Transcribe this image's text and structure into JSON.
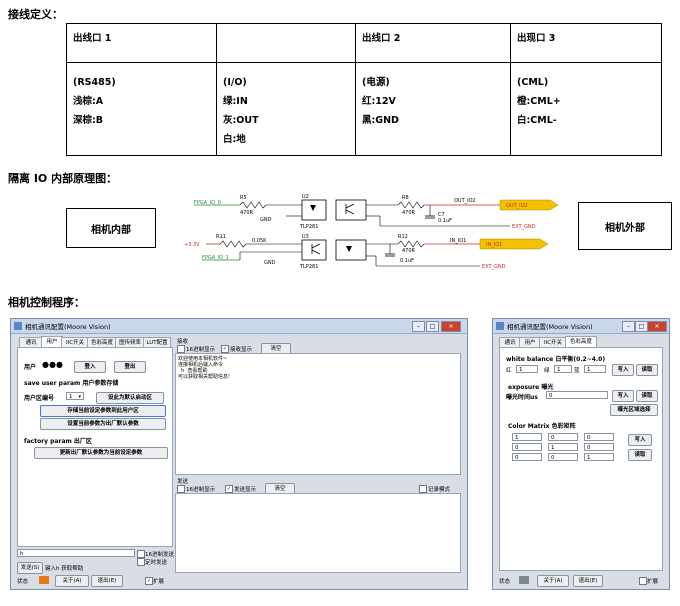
{
  "sections": {
    "wiring_title": "接线定义：",
    "io_title": "隔离 IO 内部原理图：",
    "software_title": "相机控制程序："
  },
  "pin_table": {
    "headers": [
      "出线口 1",
      "",
      "出线口 2",
      "出现口 3"
    ],
    "col1": [
      "(RS485)",
      "浅棕:A",
      "深棕:B"
    ],
    "col2": [
      "(I/O)",
      "绿:IN",
      "灰:OUT",
      "白:地"
    ],
    "col3": [
      "(电源)",
      "红:12V",
      "黑:GND"
    ],
    "col4": [
      "(CML)",
      "橙:CML+",
      "白:CML-"
    ]
  },
  "schematic": {
    "inside_label": "相机内部",
    "outside_label": "相机外部",
    "nets": {
      "fpga_in": "FPGA_IO_0",
      "fpga_out": "FPGA_IO_1",
      "v33": "+3.3V",
      "gnd": "GND",
      "out_io2": "OUT_IO2",
      "in_io1": "IN_IO1",
      "ext_gnd": "EXT_GND",
      "u2": "U2",
      "u3": "U3",
      "part": "TLP281",
      "r5": "R5",
      "r8": "R8",
      "r11": "R11",
      "r12": "R12",
      "r470": "470R",
      "r05k": "0.05K",
      "c7": "C7",
      "c_val": "0.1uF"
    }
  },
  "win1": {
    "title": "相机通讯配置(Moore Vision)",
    "tabs": [
      "通讯",
      "用户",
      "IIC开关",
      "色彩高度",
      "图传频率",
      "LUT配置"
    ],
    "user_label": "用户",
    "password_mask": "●●●",
    "login": "登入",
    "logout": "登出",
    "save_heading": "save user param 用户参数存储",
    "user_area_label": "用户区编号",
    "user_area_value": "1",
    "set_default": "设此为默认启动区",
    "store_btn": "存储当前设定参数到此用户区",
    "factory_set_btn": "设置当前参数为出厂默认参数",
    "factory_heading": "factory param 出厂区",
    "update_btn": "更新出厂默认参数为当前设定参数",
    "recv_label": "接收",
    "hex_display": "16进制显示",
    "recv_display": "接收显示",
    "clear": "清空",
    "recv_text": "欢迎使用本相机软件~\n连接相机后输入命令\n  h  查看帮助\n可以获取相关帮助信息!",
    "send_label": "发送",
    "send_display": "发送显示",
    "log_mode": "记录模式",
    "cmd_value": "h",
    "hex_send": "16进制发送",
    "timed_send": "定时发送",
    "send_btn": "发送(S)",
    "enter_help": "键入h 获取帮助",
    "status": "状态",
    "about": "关于(A)",
    "exit": "退出(E)",
    "expand": "扩展"
  },
  "win2": {
    "title": "相机通讯配置(Moore Vision)",
    "tabs": [
      "通讯",
      "用户",
      "IIC开关",
      "色彩高度"
    ],
    "wb_heading": "white balance 白平衡(0.2~4.0)",
    "red": "红",
    "green": "绿",
    "blue": "蓝",
    "red_val": "1",
    "green_val": "1",
    "blue_val": "1",
    "write": "写入",
    "read": "读取",
    "exposure_heading": "exposure 曝光",
    "exposure_time": "曝光时间us",
    "exposure_val": "0",
    "region_select": "曝光区域选择",
    "matrix_heading": "Color Matrix 色彩矩阵",
    "matrix": [
      [
        "1",
        "0",
        "0"
      ],
      [
        "0",
        "1",
        "0"
      ],
      [
        "0",
        "0",
        "1"
      ]
    ],
    "status": "状态",
    "about": "关于(A)",
    "exit": "退出(E)",
    "expand": "扩展"
  },
  "colors": {
    "net_green": "#2e8b2e",
    "arrow_fill": "#f2c200",
    "net_red": "#c62828",
    "status_orange": "#e47a14"
  }
}
